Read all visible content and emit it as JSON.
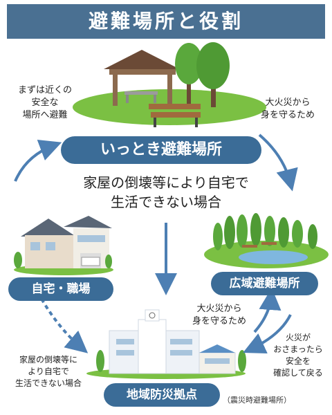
{
  "title": "避難場所と役割",
  "nodes": {
    "temporary": "いっとき避難場所",
    "home": "自宅・職場",
    "wide_area": "広域避難場所",
    "base": "地域防災拠点",
    "base_note": "（震災時避難場所）"
  },
  "center_text": [
    "家屋の倒壊等により自宅で",
    "生活できない場合"
  ],
  "notes": {
    "evacuate_first": [
      "まずは近くの",
      "安全な",
      "場所へ避難"
    ],
    "fire_right": [
      "大火災から",
      "身を守るため"
    ],
    "fire_lower": [
      "大火災から",
      "身を守るため"
    ],
    "return_safe": [
      "火災が",
      "おさまったら",
      "安全を",
      "確認して戻る"
    ],
    "collapse_left": [
      "家屋の倒壊等に",
      "より自宅で",
      "生活できない場合"
    ]
  },
  "colors": {
    "title_bg": "#4a7092",
    "pill_bg": "#3b6c97",
    "arrow": "#4d7fb3",
    "grass": "#7bc043",
    "tree": "#5aa83c"
  }
}
